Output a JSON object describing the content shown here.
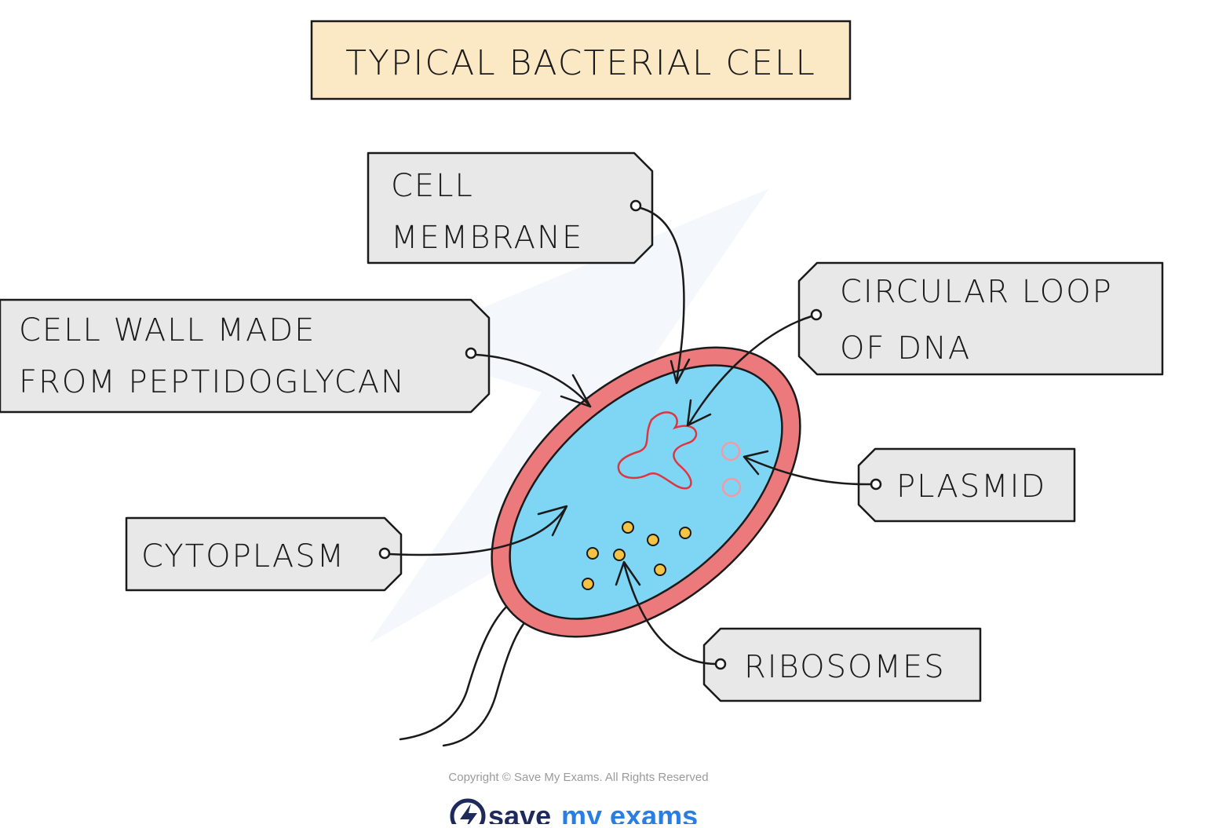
{
  "title": "TYPICAL BACTERIAL CELL",
  "labels": {
    "cell_membrane": [
      "CELL",
      "MEMBRANE"
    ],
    "cell_wall": [
      "CELL WALL MADE",
      "FROM PEPTIDOGLYCAN"
    ],
    "dna": [
      "CIRCULAR LOOP",
      "OF DNA"
    ],
    "plasmid": "PLASMID",
    "cytoplasm": "CYTOPLASM",
    "ribosomes": "RIBOSOMES"
  },
  "footer": {
    "copyright": "Copyright © Save My Exams. All Rights Reserved",
    "logo_word_1": "save",
    "logo_word_2": "my exams"
  },
  "colors": {
    "title_fill": "#fbe8c4",
    "tag_fill": "#e8e8e9",
    "cell_wall": "#ec7a7d",
    "cytoplasm": "#7fd6f4",
    "dna": "#e0353e",
    "plasmid": "#f29aa3",
    "ribosome": "#f5c343",
    "logo_dark": "#1f2a5c",
    "logo_accent": "#2a7de1"
  }
}
